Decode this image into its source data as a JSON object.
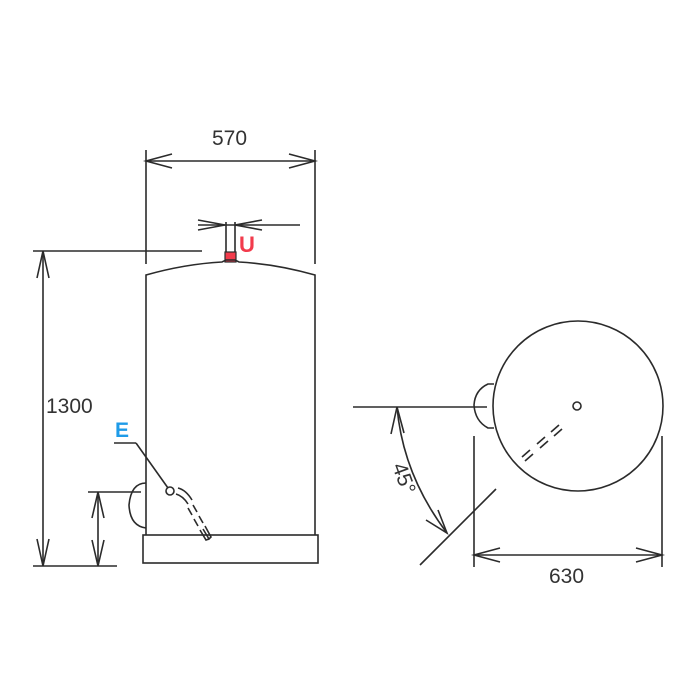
{
  "diagram": {
    "type": "technical-drawing",
    "subject": "water heater tank with front and top views",
    "front_view": {
      "width_label": "570",
      "height_label": "1300",
      "outlet_label": "U",
      "inlet_label": "E"
    },
    "top_view": {
      "diameter_label": "630",
      "angle_label": "45°"
    },
    "colors": {
      "line": "#2b2b2b",
      "outlet_marker": "#f23b4c",
      "inlet_label": "#1e9be8"
    }
  }
}
